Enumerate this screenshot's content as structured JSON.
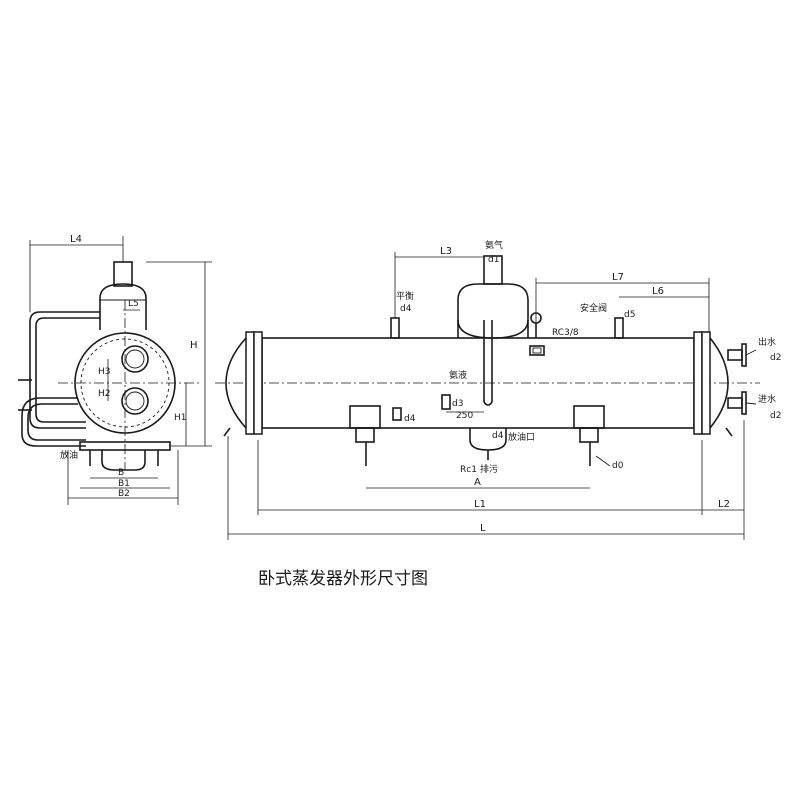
{
  "title": "卧式蒸发器外形尺寸图",
  "side_view": {
    "L4": "L4",
    "L5": "L5",
    "H": "H",
    "H1": "H1",
    "H2": "H2",
    "H3": "H3",
    "B": "B",
    "B1": "B1",
    "B2": "B2",
    "oil_drain": "放油"
  },
  "front_view": {
    "L3": "L3",
    "ammonia_gas": "氨气",
    "d1": "d1",
    "balance": "平衡",
    "d4_top": "d4",
    "L7": "L7",
    "L6": "L6",
    "safety_valve": "安全阀",
    "d5": "d5",
    "rc38": "RC3/8",
    "water_out": "出水",
    "d2_out": "d2",
    "water_in": "进水",
    "d2_in": "d2",
    "ammonia_liquid": "氨液",
    "d3": "d3",
    "d4_mid": "d4",
    "dim_250": "250",
    "d_bottom": "d4",
    "oil_port": "放油口",
    "rc1": "Rc1",
    "drain": "排污",
    "d0": "d0",
    "A": "A",
    "L1": "L1",
    "L2": "L2",
    "L": "L"
  }
}
